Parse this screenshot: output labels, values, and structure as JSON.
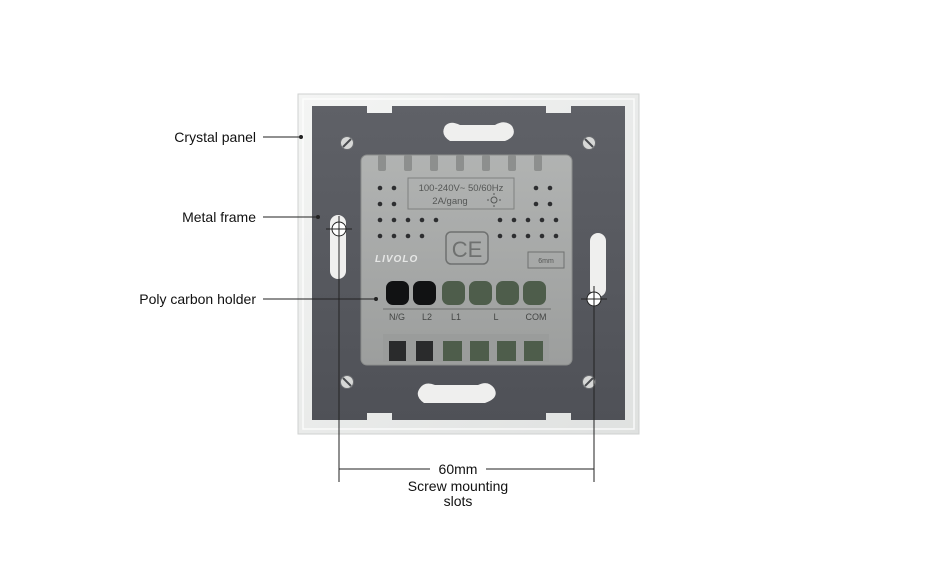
{
  "callouts": {
    "crystal_panel": "Crystal panel",
    "metal_frame": "Metal frame",
    "poly_carbon_holder": "Poly carbon holder"
  },
  "dimension": {
    "distance": "60mm",
    "caption_line1": "Screw mounting",
    "caption_line2": "slots"
  },
  "module": {
    "rating_line1": "100-240V~ 50/60Hz",
    "rating_line2": "2A/gang",
    "ce_mark": "CE",
    "brand": "LIVOLO",
    "strip_length": "6mm",
    "terminals": [
      "N/G",
      "L2",
      "L1",
      "L",
      "COM"
    ]
  },
  "colors": {
    "panel": "#e9ebea",
    "frame": "#585a60",
    "module": "#a9abaa",
    "leader_line": "#222222"
  }
}
